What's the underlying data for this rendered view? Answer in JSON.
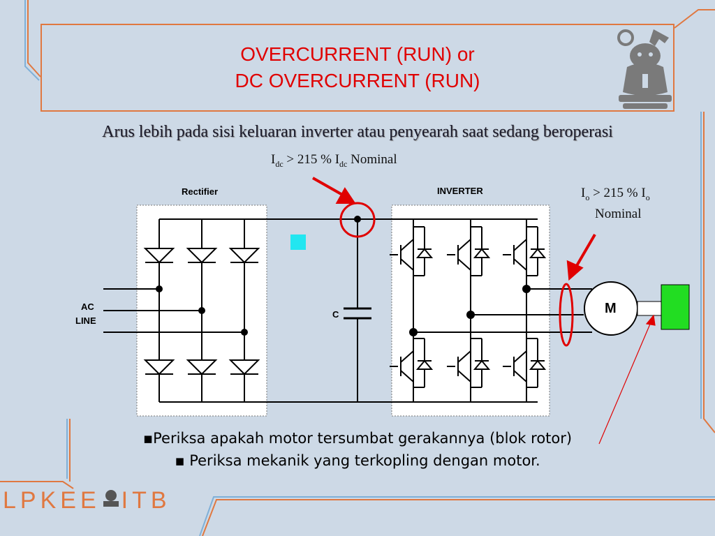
{
  "title": {
    "line1": "OVERCURRENT (RUN) or",
    "line2": "DC OVERCURRENT (RUN)"
  },
  "subtitle": "Arus lebih pada sisi keluaran inverter atau penyearah saat sedang beroperasi",
  "formula_dc": {
    "pre": "I",
    "sub1": "dc",
    "mid": " > 215 % I",
    "sub2": "dc",
    "post": " Nominal"
  },
  "formula_o": {
    "pre": "I",
    "sub1": "o",
    "mid": " > 215 % I",
    "sub2": "o",
    "line2": "Nominal"
  },
  "diagram": {
    "rectifier_label": "Rectifier",
    "inverter_label": "INVERTER",
    "ac_line_1": "AC",
    "ac_line_2": "LINE",
    "capacitor_label": "C",
    "motor_label": "M"
  },
  "bullets": [
    "▪Periksa apakah motor tersumbat gerakannya (blok rotor)",
    "▪ Periksa mekanik yang terkopling dengan motor."
  ],
  "logo": {
    "left": "LPK",
    "mid": "EE",
    "right": "ITB"
  },
  "colors": {
    "accent_orange": "#e07840",
    "title_red": "#e00000",
    "highlight_red": "#e00000",
    "load_green": "#22dd22",
    "marker_cyan": "#22e6f0",
    "background": "#cdd9e6"
  }
}
